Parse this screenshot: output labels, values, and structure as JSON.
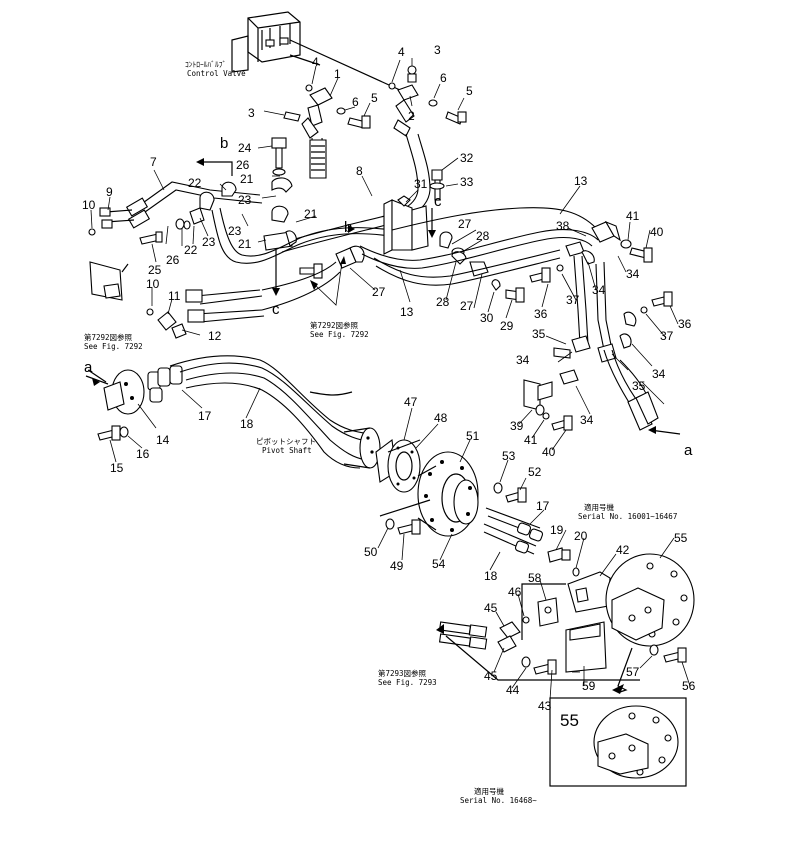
{
  "labels": {
    "control_valve_jp": "ｺﾝﾄﾛｰﾙﾊﾞﾙﾌﾞ",
    "control_valve_en": "Control Valve",
    "pivot_shaft_jp": "ピボットシャフト",
    "pivot_shaft_en": "Pivot Shaft",
    "ref_7292_left_jp": "第7292図参照",
    "ref_7292_left_en": "See Fig. 7292",
    "ref_7292_mid_jp": "第7292図参照",
    "ref_7292_mid_en": "See Fig. 7292",
    "ref_7293_jp": "第7293図参照",
    "ref_7293_en": "See Fig. 7293",
    "serial_a_jp": "適用号機",
    "serial_a_en": "Serial No. 16001~16467",
    "serial_b_jp": "適用号機",
    "serial_b_en": "Serial No. 16468~"
  },
  "view_markers": {
    "a_left": "a",
    "a_right": "a",
    "b_top": "b",
    "b_mid": "b",
    "c_left": "c",
    "c_mid": "c"
  },
  "callouts": {
    "n1": "1",
    "n2": "2",
    "n3a": "3",
    "n3b": "3",
    "n4a": "4",
    "n4b": "4",
    "n5a": "5",
    "n5b": "5",
    "n6a": "6",
    "n6b": "6",
    "n7": "7",
    "n8": "8",
    "n9": "9",
    "n10a": "10",
    "n10b": "10",
    "n11": "11",
    "n12": "12",
    "n13a": "13",
    "n13b": "13",
    "n14": "14",
    "n15": "15",
    "n16": "16",
    "n17a": "17",
    "n17b": "17",
    "n18a": "18",
    "n18b": "18",
    "n19": "19",
    "n20": "20",
    "n21a": "21",
    "n21b": "21",
    "n21c": "21",
    "n22a": "22",
    "n22b": "22",
    "n23a": "23",
    "n23b": "23",
    "n23c": "23",
    "n24": "24",
    "n25": "25",
    "n26a": "26",
    "n26b": "26",
    "n27a": "27",
    "n27b": "27",
    "n27c": "27",
    "n28a": "28",
    "n28b": "28",
    "n29": "29",
    "n30": "30",
    "n31": "31",
    "n32": "32",
    "n33": "33",
    "n34a": "34",
    "n34b": "34",
    "n34c": "34",
    "n34d": "34",
    "n34e": "34",
    "n35a": "35",
    "n35b": "35",
    "n36a": "36",
    "n36b": "36",
    "n37a": "37",
    "n37b": "37",
    "n38": "38",
    "n39": "39",
    "n40a": "40",
    "n40b": "40",
    "n41a": "41",
    "n41b": "41",
    "n42": "42",
    "n43": "43",
    "n44": "44",
    "n45a": "45",
    "n45b": "45",
    "n46": "46",
    "n47": "47",
    "n48": "48",
    "n49": "49",
    "n50": "50",
    "n51": "51",
    "n52": "52",
    "n53": "53",
    "n54": "54",
    "n55a": "55",
    "n55b": "55",
    "n56": "56",
    "n57": "57",
    "n58": "58",
    "n59": "59"
  }
}
